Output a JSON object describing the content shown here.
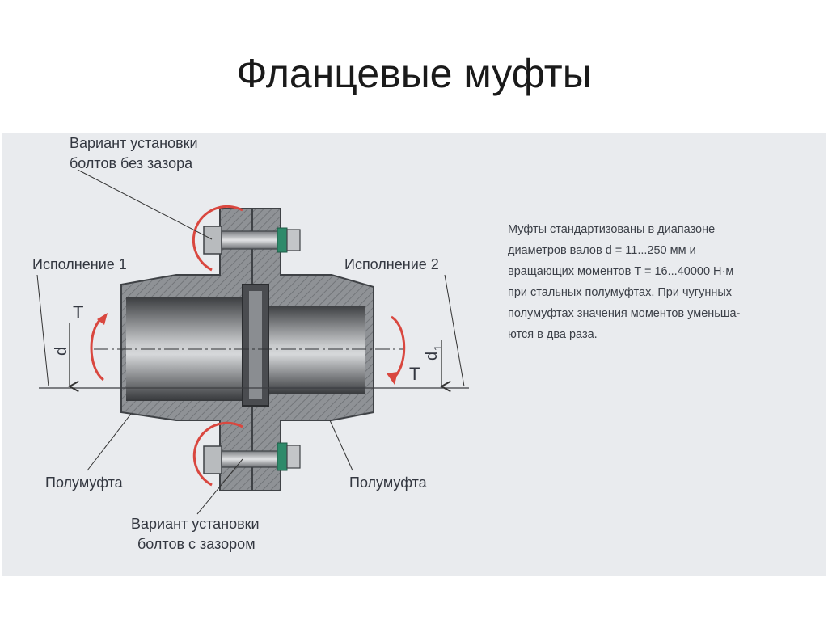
{
  "title": "Фланцевые муфты",
  "labels": {
    "variant_no_gap_line1": "Вариант установки",
    "variant_no_gap_line2": "болтов без зазора",
    "variant_gap_line1": "Вариант установки",
    "variant_gap_line2": "болтов с зазором",
    "execution1": "Исполнение 1",
    "execution2": "Исполнение 2",
    "half_coupling_left": "Полумуфта",
    "half_coupling_right": "Полумуфта",
    "torque_left": "T",
    "torque_right": "T",
    "diameter_left": "d",
    "diameter_right": "d",
    "diameter_right_sub": "1"
  },
  "description": [
    "Муфты стандартизованы в диапазоне",
    "диаметров валов d = 11...250 мм и",
    "вращающих моментов T = 16...40000 Н·м",
    "при стальных полумуфтах. При чугунных",
    "полумуфтах значения моментов уменьша-",
    "ются в два раза."
  ],
  "colors": {
    "panel": "#e9ebee",
    "metal": "#8f9296",
    "metal_dark": "#55585c",
    "accent_red": "#d9473f",
    "bolt_green": "#2e8a6a"
  }
}
